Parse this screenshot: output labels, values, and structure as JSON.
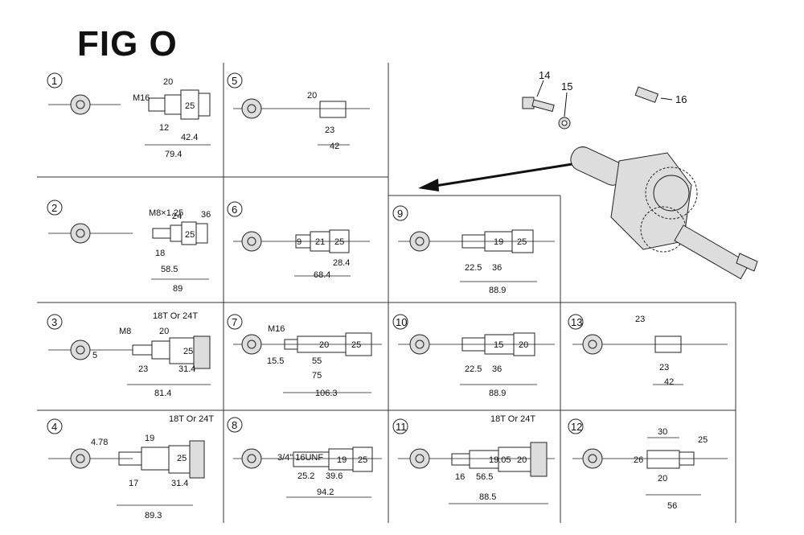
{
  "title": "FIG O",
  "callouts": {
    "c14": "14",
    "c15": "15",
    "c16": "16"
  },
  "cells": {
    "cell1": {
      "index": "1",
      "dims": [
        "M16",
        "20",
        "25",
        "12",
        "42.4",
        "79.4"
      ]
    },
    "cell2": {
      "index": "2",
      "dims": [
        "M8×1.25",
        "24",
        "25",
        "36",
        "18",
        "58.5",
        "89"
      ]
    },
    "cell3": {
      "index": "3",
      "dims": [
        "18T Or 24T",
        "5",
        "M8",
        "20",
        "25",
        "23",
        "31.4",
        "81.4"
      ]
    },
    "cell4": {
      "index": "4",
      "dims": [
        "4.78",
        "19",
        "18T Or 24T",
        "25",
        "17",
        "31.4",
        "89.3"
      ]
    },
    "cell5": {
      "index": "5",
      "dims": [
        "20",
        "23",
        "42"
      ]
    },
    "cell6": {
      "index": "6",
      "dims": [
        "9",
        "21",
        "25",
        "28.4",
        "68.4"
      ]
    },
    "cell7": {
      "index": "7",
      "dims": [
        "M16",
        "20",
        "25",
        "15.5",
        "55",
        "75",
        "106.3"
      ]
    },
    "cell8": {
      "index": "8",
      "dims": [
        "3/4\" 16UNF",
        "19",
        "25",
        "25.2",
        "39.6",
        "94.2"
      ]
    },
    "cell9": {
      "index": "9",
      "dims": [
        "19",
        "25",
        "22.5",
        "36",
        "88.9"
      ]
    },
    "cell10": {
      "index": "10",
      "dims": [
        "15",
        "20",
        "22.5",
        "36",
        "88.9"
      ]
    },
    "cell11": {
      "index": "11",
      "dims": [
        "18T Or 24T",
        "19.05",
        "20",
        "16",
        "56.5",
        "88.5"
      ]
    },
    "cell12": {
      "index": "12",
      "dims": [
        "30",
        "25",
        "26",
        "20",
        "56"
      ]
    },
    "cell13": {
      "index": "13",
      "dims": [
        "23",
        "23",
        "42"
      ]
    }
  }
}
